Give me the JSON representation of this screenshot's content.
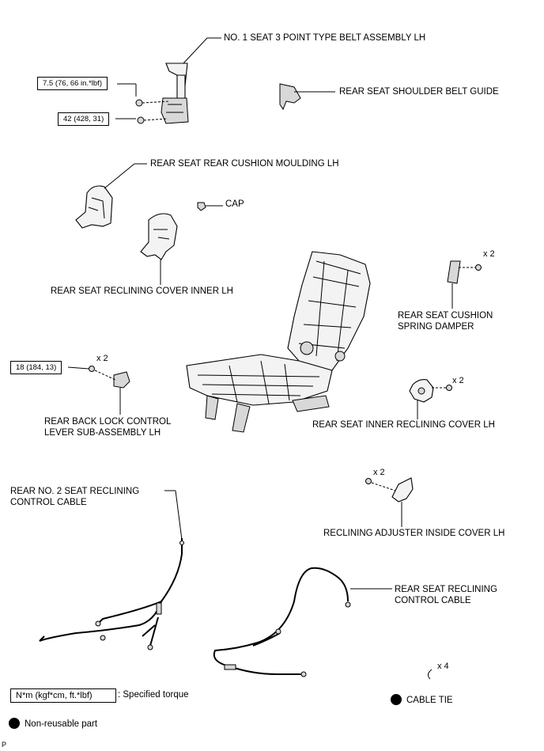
{
  "labels": {
    "belt_assembly": "NO. 1 SEAT 3 POINT TYPE BELT ASSEMBLY LH",
    "shoulder_belt_guide": "REAR SEAT SHOULDER BELT GUIDE",
    "rear_cushion_moulding": "REAR SEAT REAR CUSHION MOULDING LH",
    "cap": "CAP",
    "reclining_cover_inner": "REAR SEAT RECLINING COVER INNER LH",
    "cushion_spring_damper_line1": "REAR SEAT CUSHION",
    "cushion_spring_damper_line2": "SPRING DAMPER",
    "back_lock_lever_line1": "REAR BACK LOCK CONTROL",
    "back_lock_lever_line2": "LEVER SUB-ASSEMBLY LH",
    "inner_reclining_cover": "REAR SEAT INNER RECLINING COVER LH",
    "no2_cable_line1": "REAR NO. 2 SEAT RECLINING",
    "no2_cable_line2": "CONTROL CABLE",
    "adjuster_inside_cover": "RECLINING ADJUSTER INSIDE COVER LH",
    "reclining_cable_line1": "REAR SEAT RECLINING",
    "reclining_cable_line2": "CONTROL CABLE",
    "cable_tie": "CABLE TIE"
  },
  "torque": {
    "belt_bolt": "7.5 (76, 66 in.*lbf)",
    "belt_nut": "42 (428, 31)",
    "lever_nut": "18 (184, 13)"
  },
  "quantities": {
    "spring_damper": "x 2",
    "lever": "x 2",
    "inner_cover": "x 2",
    "adjuster_cover": "x 2",
    "cable_tie": "x 4"
  },
  "legend": {
    "torque_unit": "N*m (kgf*cm, ft.*lbf)",
    "torque_text": ": Specified torque",
    "nonreusable_text": "Non-reusable part"
  },
  "footer": {
    "code": "P"
  }
}
